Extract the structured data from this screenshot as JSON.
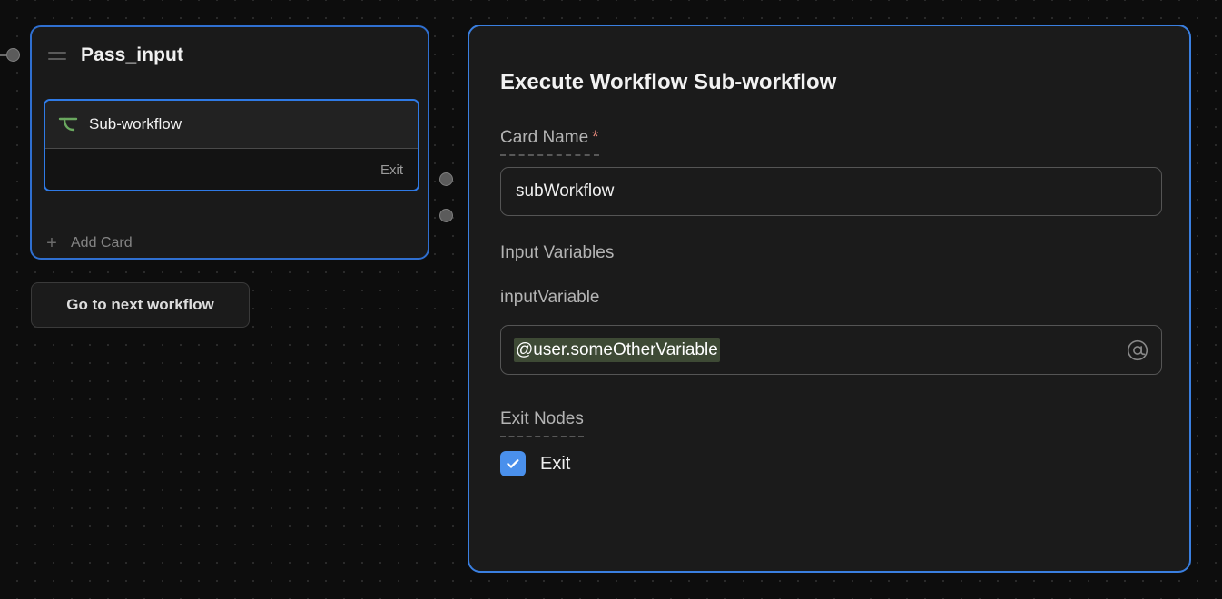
{
  "canvas": {
    "node": {
      "title": "Pass_input",
      "drag_handle_icon": "drag-handle-icon",
      "card": {
        "icon": "sub-workflow-icon",
        "title": "Sub-workflow",
        "exit_label": "Exit"
      },
      "add_card": {
        "plus": "+",
        "label": "Add Card"
      }
    },
    "goto_button": {
      "label": "Go to next workflow"
    },
    "ports": {
      "input": "input-port",
      "output_1": "output-port",
      "output_2": "output-port"
    }
  },
  "panel": {
    "title": "Execute Workflow Sub-workflow",
    "card_name": {
      "label": "Card Name",
      "required_marker": "*",
      "value": "subWorkflow",
      "placeholder": "Card Name"
    },
    "input_variables": {
      "section_label": "Input Variables",
      "variable_label": "inputVariable",
      "value": "@user.someOtherVariable",
      "at_icon": "at-icon"
    },
    "exit_nodes": {
      "label": "Exit Nodes",
      "items": [
        {
          "label": "Exit",
          "checked": true
        }
      ]
    }
  },
  "colors": {
    "canvas_bg": "#0d0d0d",
    "node_bg": "#1a1a1a",
    "node_border": "#2f6fd0",
    "card_border": "#2f7ae5",
    "panel_bg": "#1b1b1b",
    "panel_border": "#3a7fe0",
    "accent_blue": "#4a90ec",
    "required_red": "#e88a7d",
    "variable_token_bg": "#3e4a35",
    "sub_workflow_icon": "#6aa85f"
  }
}
